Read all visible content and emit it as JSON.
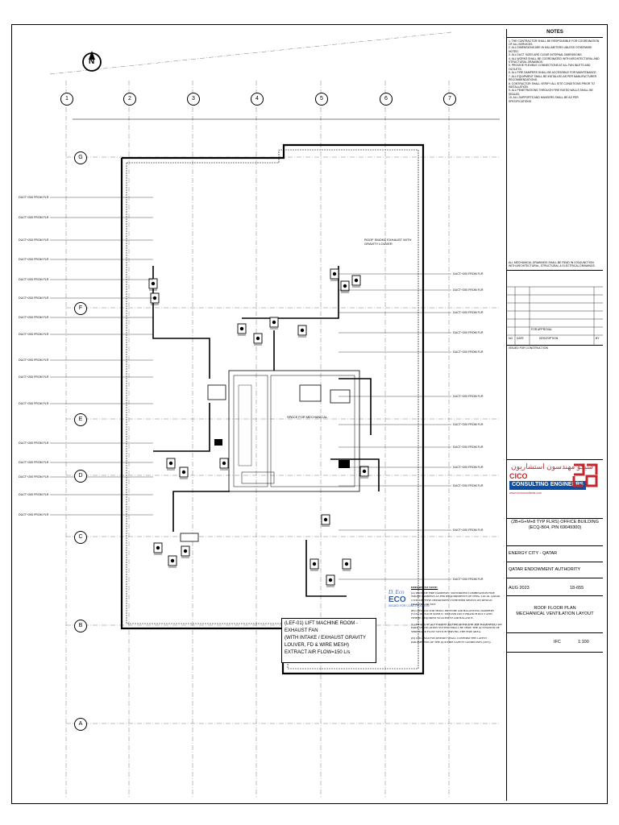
{
  "notes": {
    "title": "NOTES",
    "lines": [
      "1. THE CONTRACTOR SHALL BE RESPONSIBLE FOR COORDINATION OF ALL SERVICES.",
      "2. ALL DIMENSIONS ARE IN MILLIMETERS UNLESS OTHERWISE NOTED.",
      "3. ALL DUCT SIZES ARE CLEAR INTERNAL DIMENSIONS.",
      "4. ALL WORKS SHALL BE COORDINATED WITH ARCHITECTURAL AND STRUCTURAL DRAWINGS.",
      "5. PROVIDE FLEXIBLE CONNECTIONS AT ALL FAN INLETS AND OUTLETS.",
      "6. ALL FIRE DAMPERS SHALL BE ACCESSIBLE FOR MAINTENANCE.",
      "7. ALL EQUIPMENT SHALL BE INSTALLED AS PER MANUFACTURER RECOMMENDATIONS.",
      "8. CONTRACTOR SHALL VERIFY ALL SITE CONDITIONS PRIOR TO INSTALLATION.",
      "9. ALL PENETRATIONS THROUGH FIRE RATED WALLS SHALL BE SEALED.",
      "10. ALL SUPPORTS AND HANGERS SHALL BE AS PER SPECIFICATIONS."
    ],
    "footer": "ALL MECHANICAL DRAWINGS SHALL BE READ IN CONJUNCTION WITH ARCHITECTURAL, STRUCTURAL & ELECTRICAL DRAWINGS."
  },
  "revision": {
    "row_text": "FOR APPROVAL",
    "cols": [
      "NO",
      "DATE",
      "DESCRIPTION",
      "BY"
    ],
    "status": "ISSUED FOR CONSTRUCTION"
  },
  "consultant": {
    "name_ar": "سيكو مهندسون استشاريون",
    "name_en": "CONSULTING ENGINEERS",
    "short": "CICO",
    "site": "www.cicoconsultants.com"
  },
  "project": {
    "title_line1": "(2B+G+M+8 TYP FLRS) OFFICE BUILDING",
    "title_line2": "(ECQ-B04, PIN 69049300)",
    "location": "ENERGY CITY - QATAR",
    "client": "QATAR ENDOWMENT AUTHORITY",
    "date": "AUG 2023",
    "job_no": "18-655",
    "sheet_title_1": "ROOF FLOOR PLAN",
    "sheet_title_2": "MECHANICAL VENTILATION LAYOUT",
    "scale": "1:100",
    "stage": "IFC"
  },
  "drawing": {
    "grid_top": [
      "1",
      "2",
      "3",
      "4",
      "5",
      "6",
      "7"
    ],
    "grid_left": [
      "G",
      "F",
      "E",
      "D",
      "C",
      "B",
      "A"
    ],
    "north_label": "N",
    "fan_callout": [
      "(LEF-01) LIFT MACHINE ROOM - EXHAUST FAN",
      "(WITH INTAKE / EXHAUST GRAVITY LOUVER, FD & WIRE MESH)",
      "EXTRACT AIR FLOW=150 L/s"
    ],
    "shaft_label": "SPACE FOR MECHANICAL",
    "roof_label": "ROOF SMOKE EXHAUST WITH GRAVITY LOUVER",
    "left_tags": [
      "DUCT+200 FROM FLR",
      "DUCT+200 FROM FLR",
      "DUCT+200 FROM FLR",
      "DUCT+200 FROM FLR",
      "DUCT+200 FROM FLR",
      "DUCT+200 FROM FLR",
      "DUCT+200 FROM FLR",
      "DUCT+200 FROM FLR",
      "DUCT+200 FROM FLR",
      "DUCT+200 FROM FLR",
      "DUCT+200 FROM FLR",
      "DUCT+200 FROM FLR",
      "DUCT+200 FROM FLR",
      "DUCT+200 FROM FLR",
      "DUCT+200 FROM FLR",
      "DUCT+200 FROM FLR"
    ],
    "right_tags": [
      "DUCT+200 FROM FLR",
      "DUCT+200 FROM FLR",
      "DUCT+200 FROM FLR",
      "DUCT+200 FROM FLR",
      "DUCT+200 FROM FLR",
      "DUCT+200 FROM FLR",
      "DUCT+200 FROM FLR",
      "DUCT+200 FROM FLR",
      "DUCT+200 FROM FLR",
      "DUCT+200 FROM FLR",
      "DUCT+200 FROM FLR",
      "DUCT+200 FROM FLR"
    ]
  },
  "important_note": {
    "title": "IMPORTANT NOTE:",
    "paras": [
      "(A) PROVIDE FIRE DAMPERS / MOTORIZED COMBINATION FIRE SMOKE DAMPERS AS PER REQUIREMENTS OF NFPA, LOCAL QATAR CIVIL DEFENSE DEPARTMENT WHETHER SHOWN ON DESIGN DRAWING OR NOT.",
      "(B) CONTRACTOR SHALL PROVIDE AIR BALANCING DAMPERS (VCD) ON EACH SUPPLY / RETURN DUCT BRANCH DUCT AND WHERE REQUIRED TO ACHIEVE AIR BALANCE.",
      "(C) MEANS OF ACTIVATION TO FIRE MODE FOR THE BASEMENT CAR PARK VENTILATION SYSTEM SHALL BE THRU THE ACTIVATION OF SPRINKLER FLOW SWITCH SERVING THE FIRE AREA.",
      "(D) CFD ANALYSIS REPORT SHALL CONFIRM THE LATEST PARAMETERS OF THE QCD FIRE SAFETY GUIDELINES (2015)."
    ]
  },
  "stamp": {
    "signature": "D. Eco",
    "name": "ECO",
    "sub": "ISSUED FOR CONSTRUCTION"
  }
}
